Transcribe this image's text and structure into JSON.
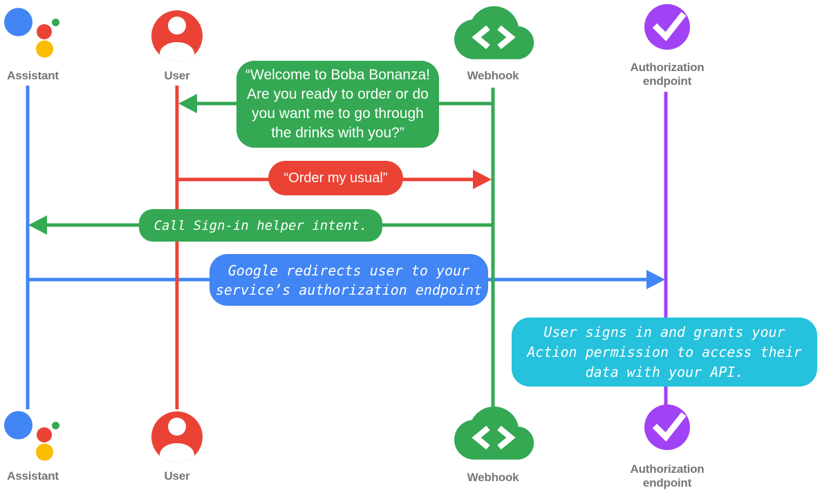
{
  "diagram": {
    "title": "Account linking sign-in flow sequence diagram",
    "background_color": "#ffffff",
    "label_color": "#757575",
    "actors": [
      {
        "id": "assistant",
        "label": "Assistant",
        "color": "#4285F4",
        "icon": "assistant-logo-icon"
      },
      {
        "id": "user",
        "label": "User",
        "color": "#EA4335",
        "icon": "user-icon"
      },
      {
        "id": "webhook",
        "label": "Webhook",
        "color": "#34A853",
        "icon": "webhook-cloud-icon"
      },
      {
        "id": "auth_endpoint",
        "label": "Authorization\nendpoint",
        "color": "#A142F4",
        "icon": "check-circle-icon"
      }
    ],
    "messages": [
      {
        "from": "webhook",
        "to": "user",
        "color": "#34A853",
        "style": "sans",
        "text": "“Welcome to Boba Bonanza!\nAre you ready to order or do\nyou want me to go through\nthe drinks with you?”"
      },
      {
        "from": "user",
        "to": "webhook",
        "color": "#EA4335",
        "style": "sans",
        "text": "“Order my usual”"
      },
      {
        "from": "webhook",
        "to": "assistant",
        "color": "#34A853",
        "style": "mono-italic",
        "text": "Call Sign-in helper intent."
      },
      {
        "from": "assistant",
        "to": "auth_endpoint",
        "color": "#4285F4",
        "style": "mono-italic",
        "text": "Google redirects user to your\nservice’s authorization endpoint"
      }
    ],
    "note": {
      "on": "auth_endpoint",
      "color": "#26C1DC",
      "style": "mono-italic",
      "text": "User signs in and grants your\nAction permission to access their\ndata with your API."
    },
    "logo_colors": {
      "blue": "#4285F4",
      "red": "#EA4335",
      "yellow": "#FBBC04",
      "green": "#34A853"
    }
  }
}
